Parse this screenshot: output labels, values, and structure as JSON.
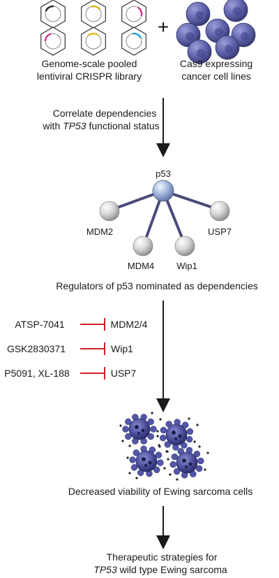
{
  "top": {
    "library_line1": "Genome-scale pooled",
    "library_line2": "lentiviral CRISPR library",
    "plus": "+",
    "cells_line1": "Cas9 expressing",
    "cells_line2": "cancer cell lines"
  },
  "step1": {
    "line1": "Correlate dependencies",
    "line2_prefix": "with ",
    "line2_gene": "TP53",
    "line2_suffix": " functional status"
  },
  "network": {
    "center": "p53",
    "nodes": [
      "MDM2",
      "MDM4",
      "Wip1",
      "USP7"
    ]
  },
  "step2": "Regulators of p53 nominated as dependencies",
  "inhibitors": [
    {
      "drug": "ATSP-7041",
      "target": "MDM2/4"
    },
    {
      "drug": "GSK2830371",
      "target": "Wip1"
    },
    {
      "drug": "P5091, XL-188",
      "target": "USP7"
    }
  ],
  "step3": "Decreased viability of Ewing sarcoma cells",
  "step4": {
    "line1": "Therapeutic strategies for",
    "line2_gene": "TP53",
    "line2_suffix": " wild type Ewing sarcoma"
  },
  "colors": {
    "arrow": "#1a1a1a",
    "inhibition": "#d0202a",
    "edge": "#4a4a7a",
    "p53_node": "#9fb4dc",
    "other_node": "#d9d9d9",
    "cell": "#5b5ea6",
    "dying_cell": "#4a4a9a"
  }
}
